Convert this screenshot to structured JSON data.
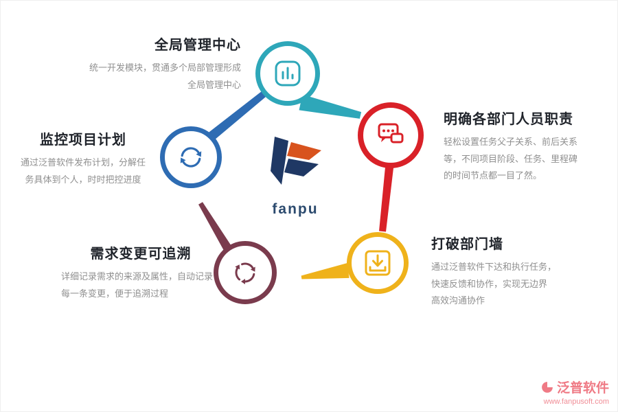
{
  "nodes": [
    {
      "id": "global-management",
      "title": "全局管理中心",
      "desc": "统一开发模块，贯通多个局部管理形成\n全局管理中心",
      "color": "#2ea7b9",
      "icon": "bar-chart-icon"
    },
    {
      "id": "monitor-project-plan",
      "title": "监控项目计划",
      "desc": "通过泛普软件发布计划，分解任\n务具体到个人，时时把控进度",
      "color": "#2e6cb3",
      "icon": "refresh-icon"
    },
    {
      "id": "clarify-duties",
      "title": "明确各部门人员职责",
      "desc": "轻松设置任务父子关系、前后关系\n等，不同项目阶段、任务、里程碑\n的时间节点都一目了然。",
      "color": "#d92128",
      "icon": "chat-bubbles-icon"
    },
    {
      "id": "break-department-walls",
      "title": "打破部门墙",
      "desc": "通过泛普软件下达和执行任务，\n快速反馈和协作，实现无边界\n高效沟通协作",
      "color": "#efb21b",
      "icon": "inbox-download-icon"
    },
    {
      "id": "traceable-requirement-changes",
      "title": "需求变更可追溯",
      "desc": "详细记录需求的来源及属性，自动记录\n每一条变更，便于追溯过程",
      "color": "#7a3b4d",
      "icon": "cycle-arrows-icon"
    }
  ],
  "center": {
    "logo_text": "fanpu"
  },
  "footer": {
    "brand": "泛普软件",
    "url": "www.fanpusoft.com"
  },
  "palette": {
    "title_text": "#20242b",
    "desc_text": "#8f8f8f",
    "brand_pink": "#ef7a85",
    "logo_navy": "#1f3864",
    "logo_orange": "#d8531e"
  }
}
